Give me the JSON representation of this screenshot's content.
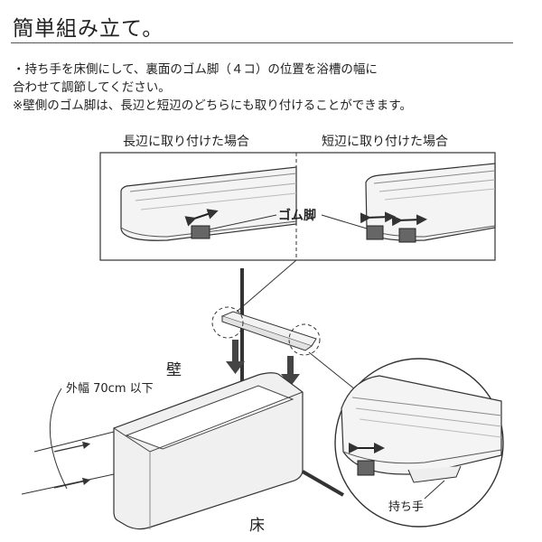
{
  "title": "簡単組み立て。",
  "instructions": {
    "line1": "・持ち手を床側にして、裏面のゴム脚（４コ）の位置を浴槽の幅に",
    "line2": "合わせて調節してください。",
    "line3": "※壁側のゴム脚は、長辺と短辺のどちらにも取り付けることができます。"
  },
  "captions": {
    "long_side": "長辺に取り付けた場合",
    "short_side": "短辺に取り付けた場合"
  },
  "labels": {
    "rubber_feet": "ゴム脚",
    "wall": "壁",
    "outer_width": "外幅 70cm 以下",
    "floor": "床",
    "handle": "持ち手"
  }
}
